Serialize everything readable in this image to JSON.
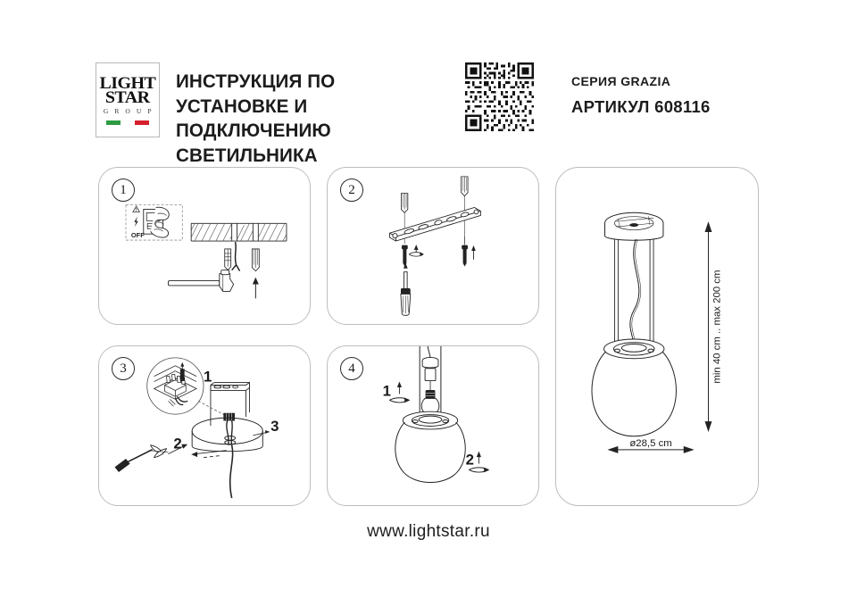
{
  "document": {
    "title_line_1": "ИНСТРУКЦИЯ ПО УСТАНОВКЕ И",
    "title_line_2": "ПОДКЛЮЧЕНИЮ СВЕТИЛЬНИКА",
    "footer_url": "www.lightstar.ru"
  },
  "brand": {
    "logo_line_1": "LIGHT",
    "logo_line_2": "STAR",
    "logo_line_3": "G R O U P",
    "flag_colors": [
      "#2e9c41",
      "#ffffff",
      "#d6202e"
    ]
  },
  "product": {
    "series_label": "СЕРИЯ GRAZIA",
    "article_label": "АРТИКУЛ 608116"
  },
  "qr": {
    "name": "qr-code"
  },
  "panels": [
    {
      "number": "1",
      "name": "panel-power-off-and-drill",
      "icons": [
        "warning-triangle-icon",
        "lightning-bolt-icon",
        "hand-switch-icon",
        "hammer-icon",
        "wall-anchor-icon",
        "ceiling-hatch-icon",
        "electrical-wire-icon",
        "up-arrow-icon"
      ],
      "safety_label": "OFF"
    },
    {
      "number": "2",
      "name": "panel-mount-bracket",
      "icons": [
        "mounting-bracket-icon",
        "wall-anchor-icon",
        "screw-icon",
        "screwdriver-icon",
        "up-arrow-icon",
        "rotate-arrow-icon"
      ]
    },
    {
      "number": "3",
      "name": "panel-wire-connection",
      "icons": [
        "magnifier-detail-icon",
        "terminal-block-icon",
        "screwdriver-icon",
        "ceiling-cup-icon",
        "mounting-bracket-icon",
        "electrical-wire-icon"
      ],
      "callouts": [
        "1",
        "2",
        "3"
      ]
    },
    {
      "number": "4",
      "name": "panel-assemble-shade",
      "icons": [
        "glass-shade-icon",
        "lamp-socket-icon",
        "light-bulb-icon",
        "rotate-arrow-icon",
        "up-arrow-icon"
      ],
      "callouts": [
        "1",
        "2"
      ]
    }
  ],
  "dimensions": {
    "name": "panel-dimensions",
    "height_label": "min 40 cm .. max 200 cm",
    "diameter_label": "ø28,5 cm"
  }
}
